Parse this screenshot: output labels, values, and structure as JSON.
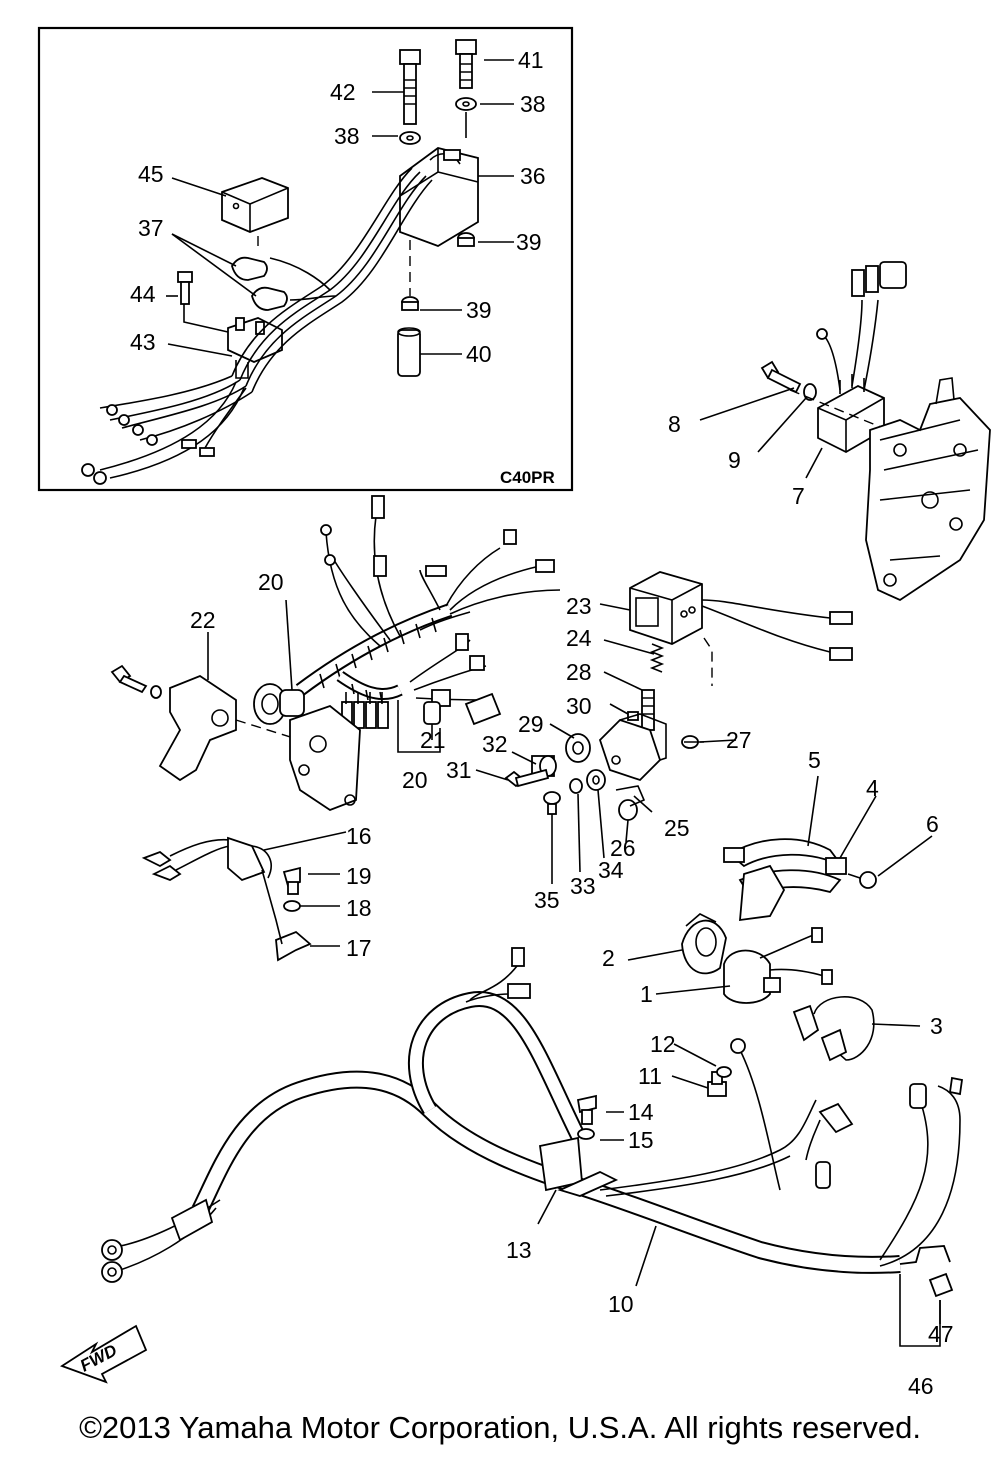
{
  "diagram": {
    "inset_code": "C40PR",
    "fwd_label": "FWD",
    "callouts": {
      "c1": "1",
      "c2": "2",
      "c3": "3",
      "c4": "4",
      "c5": "5",
      "c6": "6",
      "c7": "7",
      "c8": "8",
      "c9": "9",
      "c10": "10",
      "c11": "11",
      "c12": "12",
      "c13": "13",
      "c14": "14",
      "c15": "15",
      "c16": "16",
      "c17": "17",
      "c18": "18",
      "c19": "19",
      "c20a": "20",
      "c20b": "20",
      "c21": "21",
      "c22": "22",
      "c23": "23",
      "c24": "24",
      "c25": "25",
      "c26": "26",
      "c27": "27",
      "c28": "28",
      "c29": "29",
      "c30": "30",
      "c31": "31",
      "c32": "32",
      "c33": "33",
      "c34": "34",
      "c35": "35",
      "c36": "36",
      "c37": "37",
      "c38a": "38",
      "c38b": "38",
      "c39a": "39",
      "c39b": "39",
      "c40": "40",
      "c41": "41",
      "c42": "42",
      "c43": "43",
      "c44": "44",
      "c45": "45",
      "c46": "46",
      "c47": "47"
    }
  },
  "footer": {
    "copyright": "©2013 Yamaha Motor Corporation, U.S.A. All rights reserved."
  }
}
